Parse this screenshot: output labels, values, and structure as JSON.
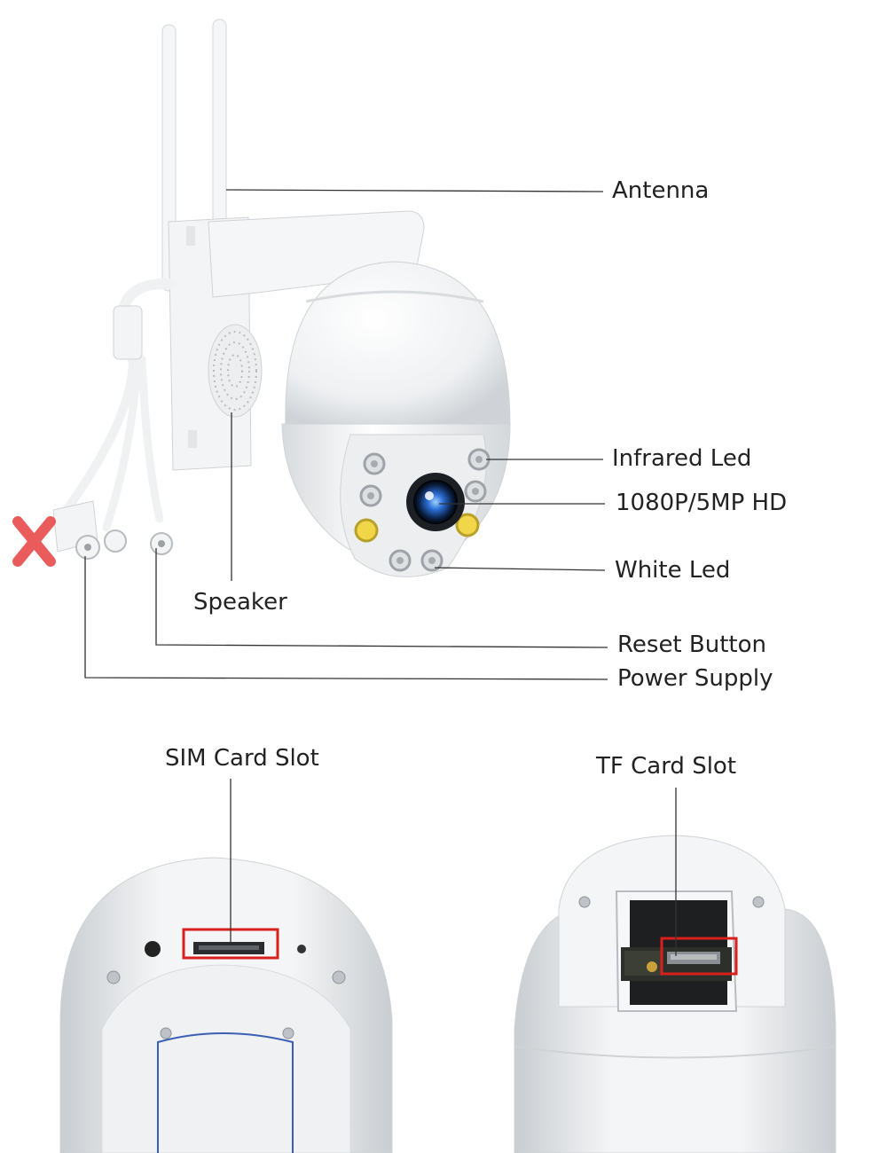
{
  "callouts": {
    "antenna": "Antenna",
    "infrared_led": "Infrared Led",
    "hd": "1080P/5MP HD",
    "white_led": "White Led",
    "speaker": "Speaker",
    "reset_button": "Reset Button",
    "power_supply": "Power Supply",
    "sim_card_slot": "SIM Card Slot",
    "tf_card_slot": "TF Card Slot"
  },
  "colors": {
    "line": "#333333",
    "highlight_box": "#d9201c",
    "warm_led": "#f1d64a",
    "lens_blue": "#2b6fd6",
    "x_mark": "#e84a4a"
  }
}
